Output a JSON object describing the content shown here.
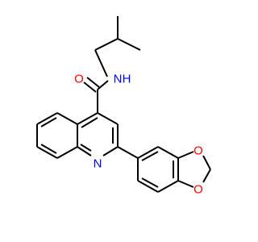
{
  "molecule": {
    "atoms": {
      "oxygen_carbonyl": {
        "label": "O",
        "color": "#ff0000"
      },
      "nitrogen_amide": {
        "label": "N",
        "color": "#0000ff"
      },
      "hydrogen_amide": {
        "label": "H",
        "color": "#0000ff"
      },
      "nitrogen_quinoline": {
        "label": "N",
        "color": "#0000ff"
      },
      "oxygen_dioxole_upper": {
        "label": "O",
        "color": "#ff0000"
      },
      "oxygen_dioxole_lower": {
        "label": "O",
        "color": "#ff0000"
      }
    },
    "bond_color": "#000000"
  }
}
